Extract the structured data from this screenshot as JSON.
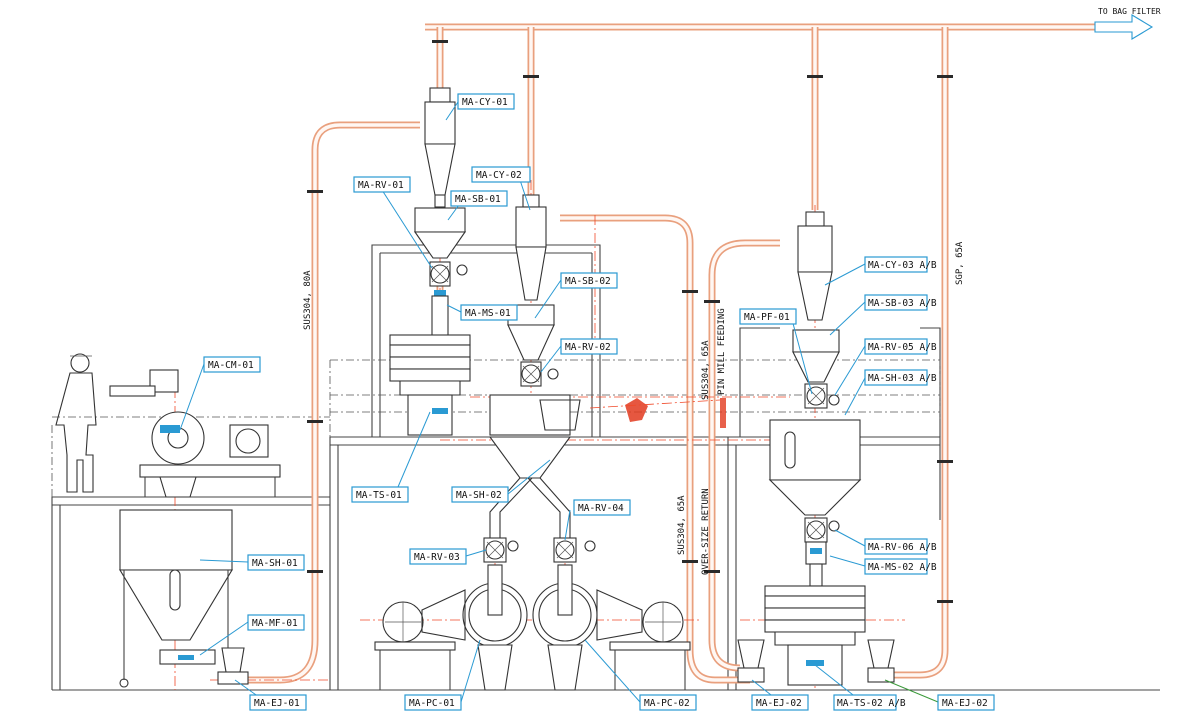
{
  "destination": {
    "label": "TO BAG FILTER"
  },
  "pipe_specs": {
    "left_riser": "SUS304, 80A",
    "right_riser": "SGP, 65A",
    "pin_mill_feed": "SUS304, 65A",
    "pin_mill_feed_label": "PIN MILL FEEDING",
    "oversize_return": "SUS304, 65A",
    "oversize_return_label": "OVER-SIZE RETURN"
  },
  "equipment_tags": [
    "MA-CY-01",
    "MA-CY-02",
    "MA-RV-01",
    "MA-SB-01",
    "MA-SB-02",
    "MA-MS-01",
    "MA-RV-02",
    "MA-CM-01",
    "MA-TS-01",
    "MA-SH-02",
    "MA-RV-04",
    "MA-RV-03",
    "MA-SH-01",
    "MA-MF-01",
    "MA-PC-01",
    "MA-PC-02",
    "MA-EJ-01",
    "MA-PF-01",
    "MA-CY-03 A/B",
    "MA-SB-03 A/B",
    "MA-RV-05 A/B",
    "MA-SH-03 A/B",
    "MA-RV-06 A/B",
    "MA-MS-02 A/B",
    "MA-EJ-02",
    "MA-TS-02 A/B",
    "MA-EJ-02"
  ]
}
